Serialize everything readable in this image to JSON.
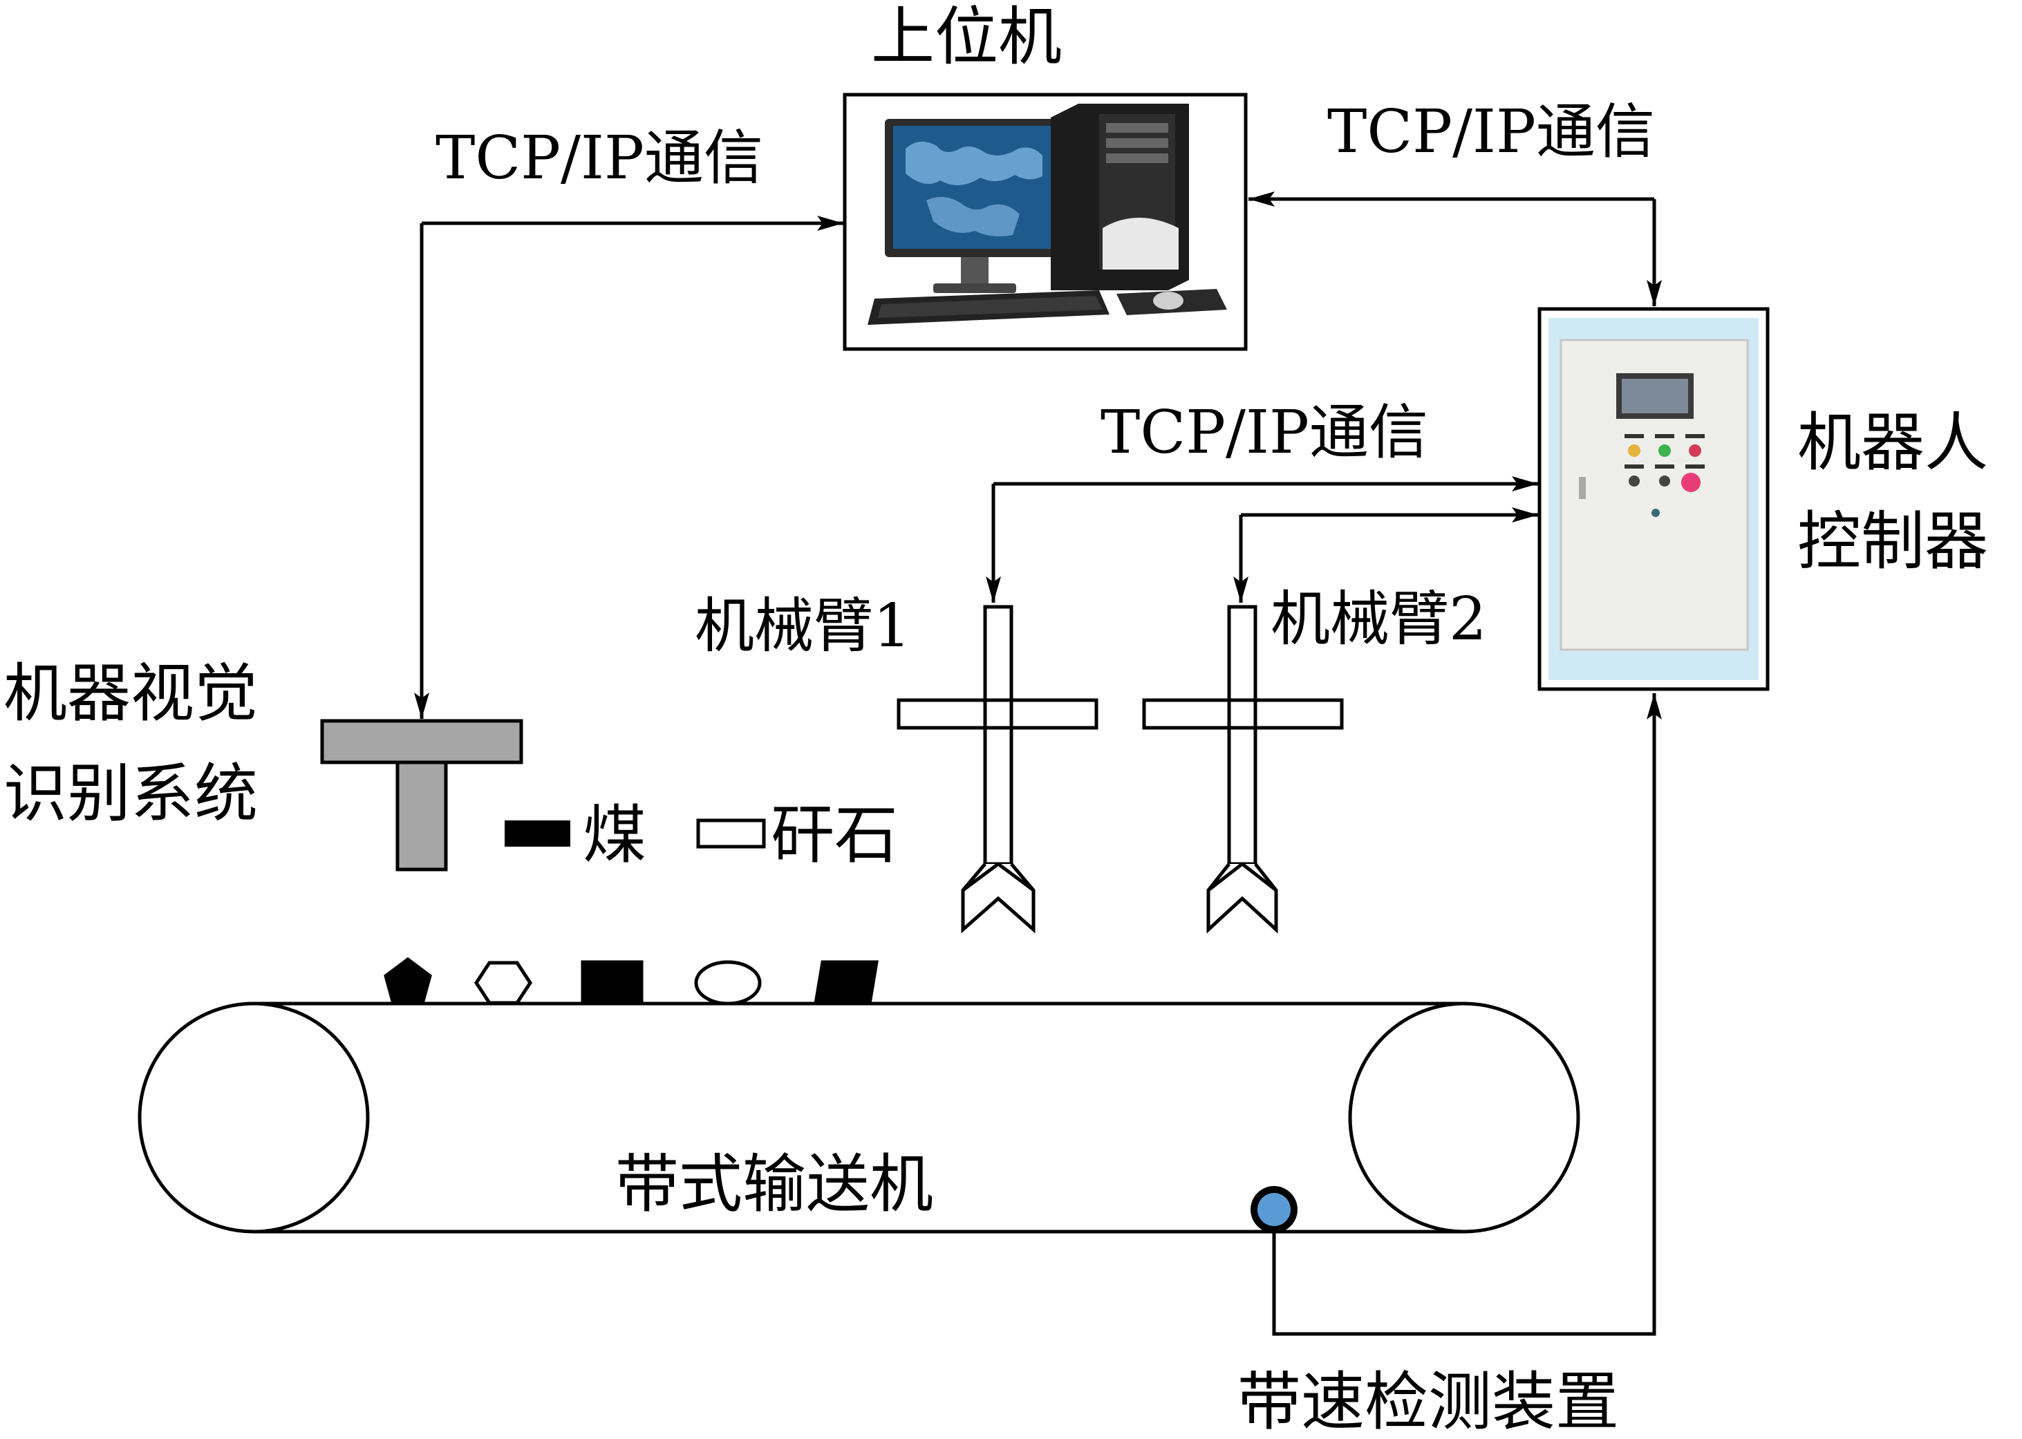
{
  "labels": {
    "host_computer": "上位机",
    "tcp_left": "TCP/IP通信",
    "tcp_right": "TCP/IP通信",
    "tcp_middle": "TCP/IP通信",
    "robot_controller_line1": "机器人",
    "robot_controller_line2": "控制器",
    "vision_line1": "机器视觉",
    "vision_line2": "识别系统",
    "arm1": "机械臂1",
    "arm2": "机械臂2",
    "legend_coal": "煤",
    "legend_gangue": "矸石",
    "conveyor": "带式输送机",
    "speed_detector": "带速检测装置"
  },
  "colors": {
    "line": "#000000",
    "vision_gray": "#a6a6a6",
    "sensor_blue": "#5b9bd5",
    "cabinet_face": "#eeeeea",
    "cabinet_glow": "#cfeaf5",
    "monitor_blue": "#1f5a8c",
    "monitor_map": "#6fa8d6"
  },
  "icons": {
    "host_computer": "desktop-computer-icon",
    "robot_controller": "control-cabinet-icon"
  }
}
